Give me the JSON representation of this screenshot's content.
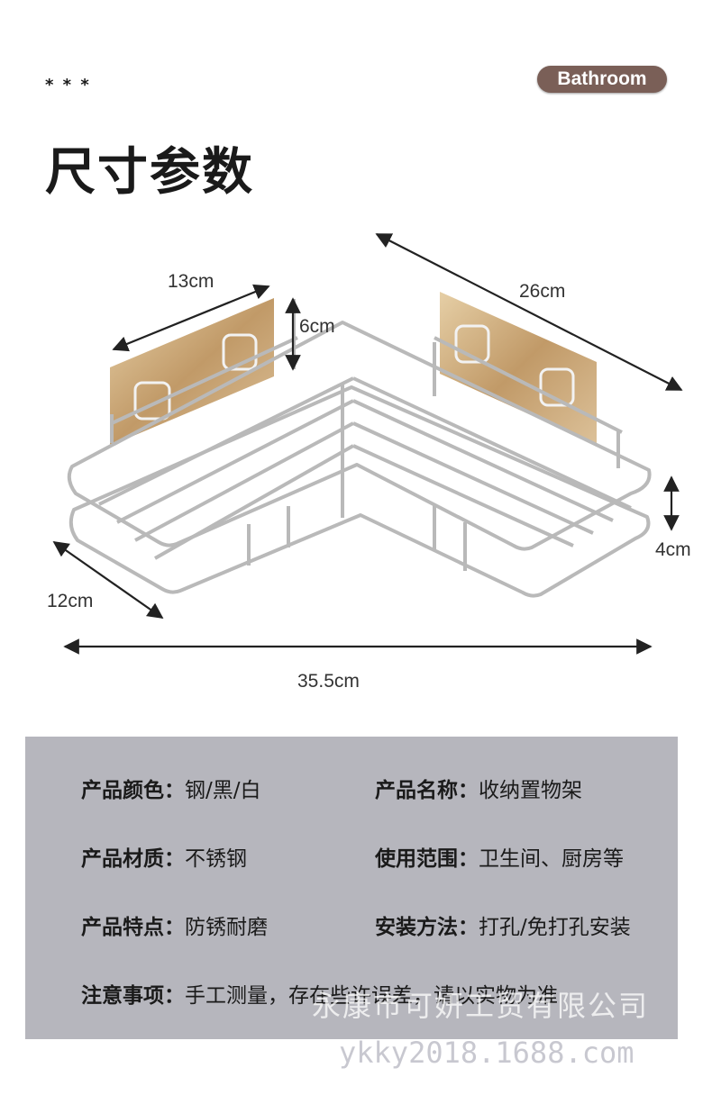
{
  "header": {
    "stars": "* * *",
    "badge": "Bathroom",
    "title": "尺寸参数"
  },
  "dimensions": {
    "top_left_width": "13cm",
    "height_back": "6cm",
    "top_right_width": "26cm",
    "side_depth": "4cm",
    "front_depth": "12cm",
    "total_width": "35.5cm"
  },
  "colors": {
    "badge": "#7a5f57",
    "spec_panel": "#b6b6bd",
    "gold_plate": "#c9a878"
  },
  "specs": {
    "color_label": "产品颜色：",
    "color_value": "钢/黑/白",
    "name_label": "产品名称：",
    "name_value": "收纳置物架",
    "material_label": "产品材质：",
    "material_value": "不锈钢",
    "usage_label": "使用范围：",
    "usage_value": "卫生间、厨房等",
    "feature_label": "产品特点：",
    "feature_value": "防锈耐磨",
    "install_label": "安装方法：",
    "install_value": "打孔/免打孔安装",
    "note_label": "注意事项：",
    "note_value": "手工测量，存在些许误差，请以实物为准"
  },
  "watermark": {
    "company": "永康市可妍工贸有限公司",
    "url": "ykky2018.1688.com"
  }
}
